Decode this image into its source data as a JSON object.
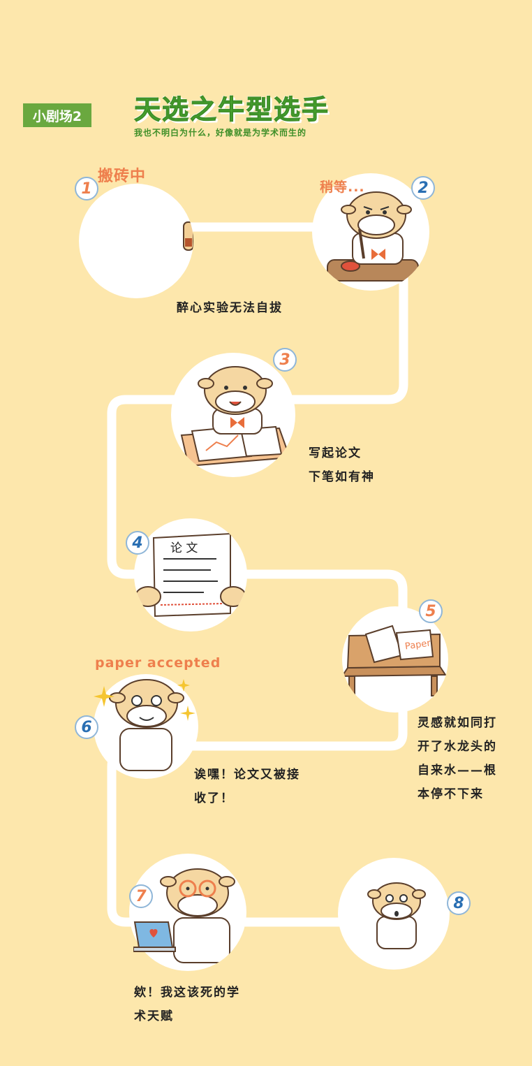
{
  "header": {
    "tag": "小剧场2",
    "title": "天选之牛型选手",
    "subtitle": "我也不明白为什么，好像就是为学术而生的"
  },
  "colors": {
    "background": "#fde7ac",
    "accent_green": "#4caf32",
    "tag_green": "#6aa83f",
    "number_orange": "#ee7f4d",
    "number_blue": "#2a6fb3",
    "path_white": "#ffffff"
  },
  "steps": [
    {
      "num": "1",
      "label": "搬砖中",
      "caption": [
        "醉心实验无法自拔"
      ]
    },
    {
      "num": "2",
      "label": "稍等...",
      "caption": []
    },
    {
      "num": "3",
      "label": "",
      "caption": [
        "写起论文",
        "下笔如有神"
      ],
      "paper_title": ""
    },
    {
      "num": "4",
      "label": "",
      "caption": [],
      "paper_title": "论 文"
    },
    {
      "num": "5",
      "label": "",
      "caption": [
        "灵感就如同打",
        "开了水龙头的",
        "自来水——根",
        "本停不下来"
      ],
      "paper_word": "Paper"
    },
    {
      "num": "6",
      "label": "paper accepted",
      "caption": [
        "诶嘿！论文又被接",
        "收了！"
      ]
    },
    {
      "num": "7",
      "label": "",
      "caption": [
        "欸！我这该死的学",
        "术天赋"
      ]
    },
    {
      "num": "8",
      "label": "",
      "caption": []
    }
  ],
  "icons": [
    "cow-character-icon",
    "sparkle-icon",
    "laptop-heart-icon",
    "paper-sheet-icon",
    "table-icon"
  ]
}
